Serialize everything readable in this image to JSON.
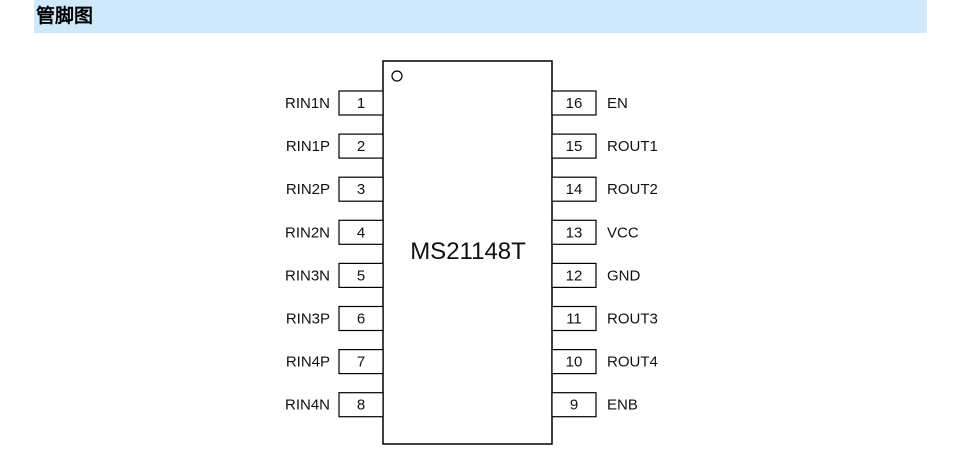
{
  "section": {
    "title": "管脚图"
  },
  "chip": {
    "part_number": "MS21148T",
    "left_pins": [
      {
        "number": "1",
        "name": "RIN1N"
      },
      {
        "number": "2",
        "name": "RIN1P"
      },
      {
        "number": "3",
        "name": "RIN2P"
      },
      {
        "number": "4",
        "name": "RIN2N"
      },
      {
        "number": "5",
        "name": "RIN3N"
      },
      {
        "number": "6",
        "name": "RIN3P"
      },
      {
        "number": "7",
        "name": "RIN4P"
      },
      {
        "number": "8",
        "name": "RIN4N"
      }
    ],
    "right_pins": [
      {
        "number": "16",
        "name": "EN"
      },
      {
        "number": "15",
        "name": "ROUT1"
      },
      {
        "number": "14",
        "name": "ROUT2"
      },
      {
        "number": "13",
        "name": "VCC"
      },
      {
        "number": "12",
        "name": "GND"
      },
      {
        "number": "11",
        "name": "ROUT3"
      },
      {
        "number": "10",
        "name": "ROUT4"
      },
      {
        "number": "9",
        "name": "ENB"
      }
    ]
  }
}
